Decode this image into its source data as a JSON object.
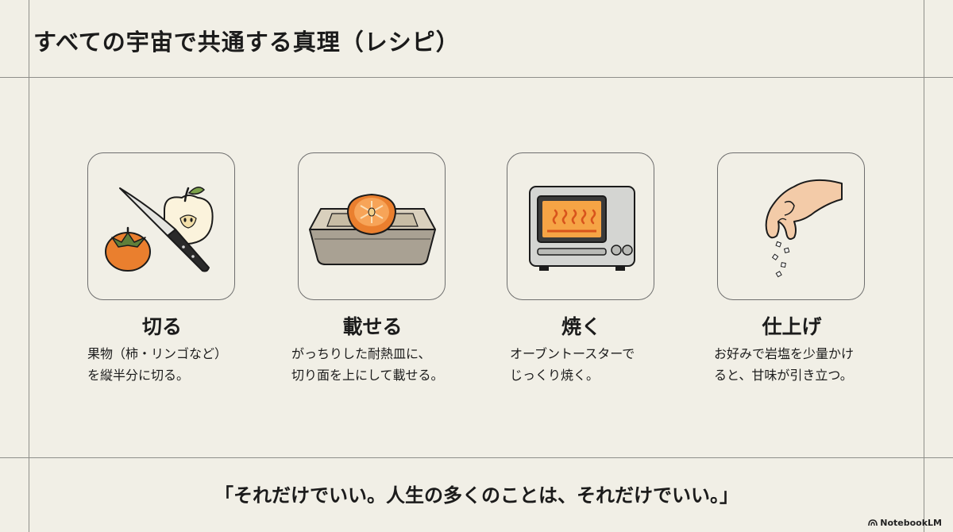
{
  "title": "すべての宇宙で共通する真理（レシピ）",
  "steps": [
    {
      "icon": "knife-fruit-icon",
      "title": "切る",
      "desc": [
        "果物（柿・リンゴなど）",
        "を縦半分に切る。"
      ]
    },
    {
      "icon": "baking-dish-icon",
      "title": "載せる",
      "desc": [
        "がっちりした耐熱皿に、",
        "切り面を上にして載せる。"
      ]
    },
    {
      "icon": "toaster-oven-icon",
      "title": "焼く",
      "desc": [
        "オーブントースターで",
        "じっくり焼く。"
      ]
    },
    {
      "icon": "salt-pinch-icon",
      "title": "仕上げ",
      "desc": [
        "お好みで岩塩を少量かけ",
        "ると、甘味が引き立つ。"
      ]
    }
  ],
  "quote": "「それだけでいい。人生の多くのことは、それだけでいい。」",
  "brand": "NotebookLM"
}
